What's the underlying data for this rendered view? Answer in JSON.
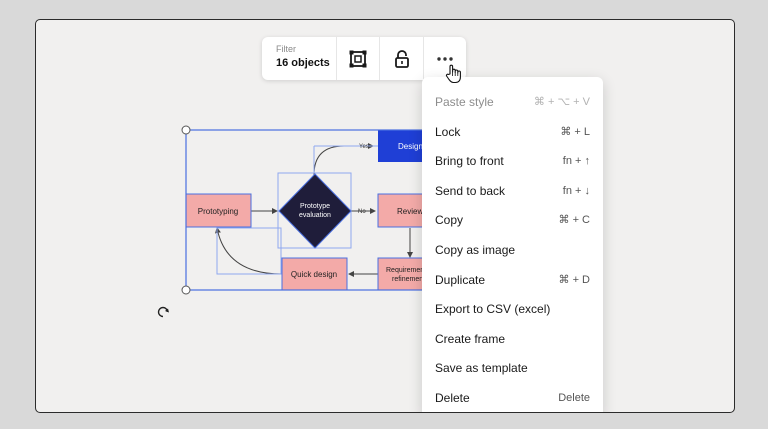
{
  "toolbar": {
    "filter_label": "Filter",
    "filter_value": "16 objects",
    "buttons": [
      {
        "icon": "select-frame-icon"
      },
      {
        "icon": "unlock-icon"
      },
      {
        "icon": "more-options-icon"
      }
    ]
  },
  "context_menu": {
    "items": [
      {
        "label": "Paste style",
        "shortcut": "⌘ + ⌥ + V",
        "disabled": true
      },
      {
        "label": "Lock",
        "shortcut": "⌘ + L"
      },
      {
        "label": "Bring to front",
        "shortcut": "fn + ↑"
      },
      {
        "label": "Send to back",
        "shortcut": "fn + ↓"
      },
      {
        "label": "Copy",
        "shortcut": "⌘ + C"
      },
      {
        "label": "Copy as image",
        "shortcut": ""
      },
      {
        "label": "Duplicate",
        "shortcut": "⌘ + D"
      },
      {
        "label": "Export to CSV (excel)",
        "shortcut": ""
      },
      {
        "label": "Create frame",
        "shortcut": ""
      },
      {
        "label": "Save as template",
        "shortcut": ""
      },
      {
        "label": "Delete",
        "shortcut": "Delete"
      }
    ]
  },
  "flowchart": {
    "nodes": {
      "prototyping": "Prototyping",
      "evaluation_line1": "Prototype",
      "evaluation_line2": "evaluation",
      "design": "Design",
      "review": "Review",
      "quick_design": "Quick design",
      "requirements_line1": "Requirements",
      "requirements_line2": "refinement"
    },
    "edges": {
      "yes": "Yes",
      "no": "No"
    }
  },
  "colors": {
    "canvas": "#f1f0ef",
    "node_pink": "#f3aaa8",
    "node_dark": "#1f1d3a",
    "node_blue": "#1f3fd6",
    "selection": "#4a6fe0"
  }
}
